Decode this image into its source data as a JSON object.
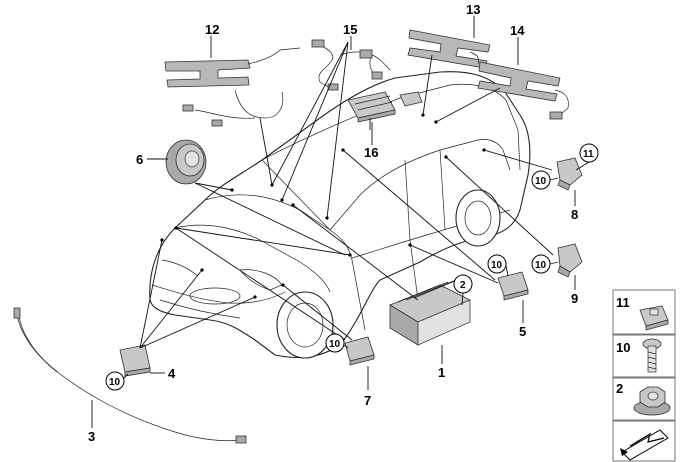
{
  "callouts": {
    "c1": "1",
    "c2": "2",
    "c3": "3",
    "c4": "4",
    "c5": "5",
    "c6": "6",
    "c7": "7",
    "c8": "8",
    "c9": "9",
    "c10": "10",
    "c11": "11",
    "c12": "12",
    "c13": "13",
    "c14": "14",
    "c15": "15",
    "c16": "16"
  },
  "circled": {
    "c2": "2",
    "c10": "10",
    "c11": "11"
  },
  "legend": [
    {
      "number": "11"
    },
    {
      "number": "10"
    },
    {
      "number": "2"
    }
  ]
}
